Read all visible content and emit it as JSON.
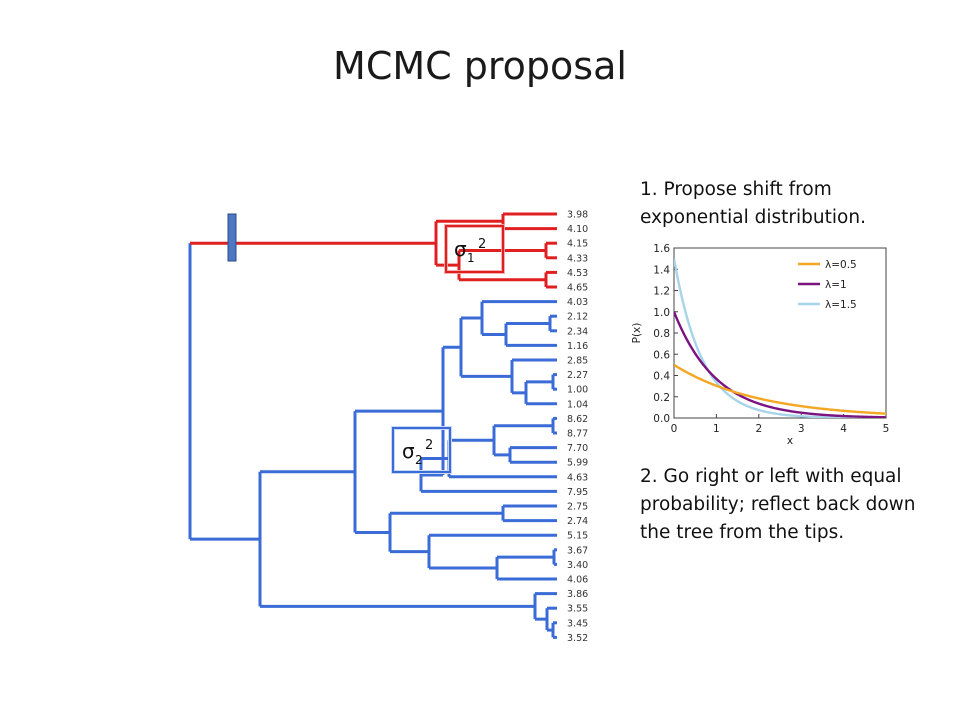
{
  "title": "MCMC proposal",
  "steps": [
    "1. Propose shift from exponential distribution.",
    "2. Go right or left with equal probability; reflect back down the tree from the tips."
  ],
  "tree": {
    "tip_values": [
      "3.98",
      "4.10",
      "4.15",
      "4.33",
      "4.53",
      "4.65",
      "4.03",
      "2.12",
      "2.34",
      "1.16",
      "2.85",
      "2.27",
      "1.00",
      "1.04",
      "8.62",
      "8.77",
      "7.70",
      "5.99",
      "4.63",
      "7.95",
      "2.75",
      "2.74",
      "5.15",
      "3.67",
      "3.40",
      "4.06",
      "3.86",
      "3.55",
      "3.45",
      "3.52"
    ],
    "regime_labels": [
      {
        "symbol": "σ",
        "sub": "1",
        "sup": "2"
      },
      {
        "symbol": "σ",
        "sub": "2",
        "sup": "2"
      }
    ],
    "colors": {
      "regime1": "#e02020",
      "regime2": "#3a6bd6",
      "highlight": "#f4a7a7",
      "shift_bar": "#4e77c4"
    }
  },
  "chart_data": {
    "type": "line",
    "ylabel": "P(x)",
    "xlabel": "x",
    "xlim": [
      0,
      5
    ],
    "ylim": [
      0,
      1.6
    ],
    "xticks": [
      "0",
      "1",
      "2",
      "3",
      "4",
      "5"
    ],
    "yticks": [
      "0.0",
      "0.2",
      "0.4",
      "0.6",
      "0.8",
      "1.0",
      "1.2",
      "1.4",
      "1.6"
    ],
    "legend_position": "top-right",
    "series": [
      {
        "name": "λ=0.5",
        "lambda": 0.5,
        "color": "#f5a623"
      },
      {
        "name": "λ=1",
        "lambda": 1.0,
        "color": "#7b1380"
      },
      {
        "name": "λ=1.5",
        "lambda": 1.5,
        "color": "#a8d4ea"
      }
    ]
  }
}
